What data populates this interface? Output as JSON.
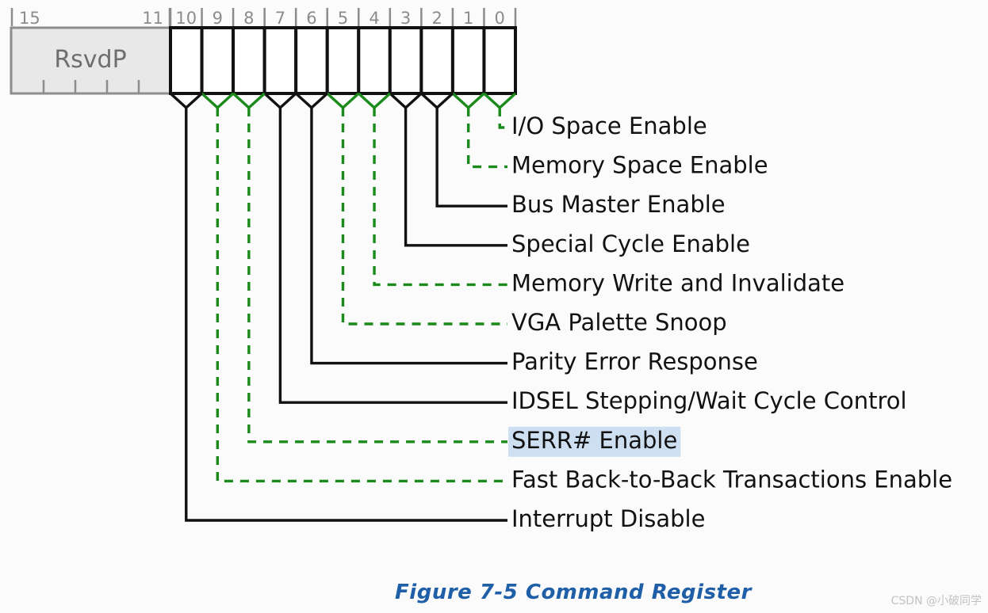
{
  "figure": {
    "caption": "Figure  7-5  Command Register",
    "watermark": "CSDN @小破同学",
    "register_name": "Command Register"
  },
  "colors": {
    "green_dashed": "#1a8a1a",
    "black_solid": "#111111",
    "reserved_fill": "#e8e8e8",
    "reserved_border": "#8c8c8c",
    "bit_number": "#8c8c8c",
    "caption_blue": "#1f5fa8",
    "highlight_blue": "#cfdff2",
    "watermark_gray": "#c2c2c2"
  },
  "register": {
    "reserved_field": {
      "label": "RsvdP",
      "bit_high": "15",
      "bit_low": "11"
    },
    "bit_numbers": [
      "10",
      "9",
      "8",
      "7",
      "6",
      "5",
      "4",
      "3",
      "2",
      "1",
      "0"
    ]
  },
  "fields": [
    {
      "bit": "0",
      "label": "I/O Space Enable",
      "style": "dashed",
      "highlighted": false
    },
    {
      "bit": "1",
      "label": "Memory Space Enable",
      "style": "dashed",
      "highlighted": false
    },
    {
      "bit": "2",
      "label": "Bus Master Enable",
      "style": "solid",
      "highlighted": false
    },
    {
      "bit": "3",
      "label": "Special Cycle Enable",
      "style": "solid",
      "highlighted": false
    },
    {
      "bit": "4",
      "label": "Memory Write and Invalidate",
      "style": "dashed",
      "highlighted": false
    },
    {
      "bit": "5",
      "label": "VGA Palette Snoop",
      "style": "dashed",
      "highlighted": false
    },
    {
      "bit": "6",
      "label": "Parity Error Response",
      "style": "solid",
      "highlighted": false
    },
    {
      "bit": "7",
      "label": "IDSEL Stepping/Wait Cycle Control",
      "style": "solid",
      "highlighted": false
    },
    {
      "bit": "8",
      "label": "SERR# Enable",
      "style": "dashed",
      "highlighted": true
    },
    {
      "bit": "9",
      "label": "Fast Back-to-Back Transactions Enable",
      "style": "dashed",
      "highlighted": false
    },
    {
      "bit": "10",
      "label": "Interrupt Disable",
      "style": "solid",
      "highlighted": false
    }
  ]
}
